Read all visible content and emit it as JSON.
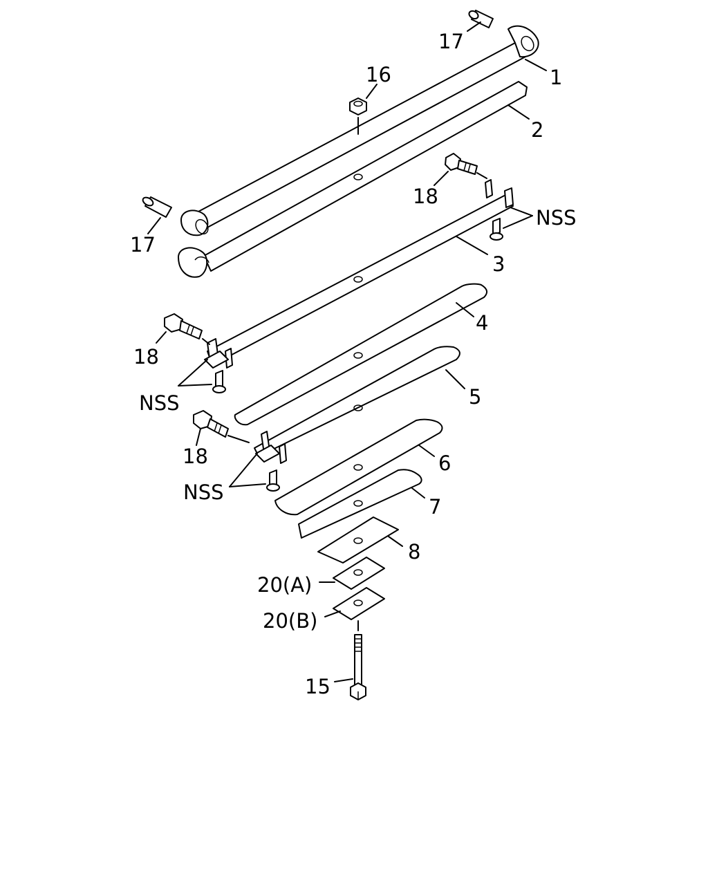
{
  "callouts": {
    "p1": "1",
    "p2": "2",
    "p3": "3",
    "p4": "4",
    "p5": "5",
    "p6": "6",
    "p7": "7",
    "p8": "8",
    "p15": "15",
    "p16": "16",
    "p17_top": "17",
    "p17_left": "17",
    "p18_top": "18",
    "p18_mid": "18",
    "p18_low": "18",
    "p20a": "20(A)",
    "p20b": "20(B)",
    "nss_right": "NSS",
    "nss_mid": "NSS",
    "nss_low": "NSS"
  }
}
